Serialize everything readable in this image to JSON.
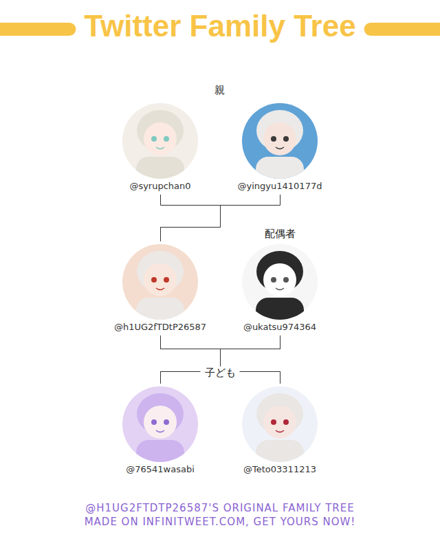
{
  "diagram": {
    "title": "Twitter Family Tree",
    "caption": "@H1UG2FTDTP26587'S ORIGINAL FAMILY TREE MADE ON INFINITWEET.COM, GET YOURS NOW!",
    "nodes": [
      {
        "text": [
          "@syrupchan0"
        ]
      },
      {
        "text": [
          "@yingyu1410177d"
        ]
      },
      {
        "text": [
          "@h1UG2fTDtP26587"
        ]
      },
      {
        "text": [
          "@ukatsu974364"
        ]
      },
      {
        "text": [
          "@76541wasabi"
        ]
      },
      {
        "text": [
          "@Teto03311213"
        ]
      }
    ],
    "edges": [
      {
        "from": 0,
        "to": 2,
        "arrow": "none"
      },
      {
        "from": 1,
        "to": 2,
        "arrow": "none"
      },
      {
        "from": 2,
        "to": 4,
        "arrow": "none"
      },
      {
        "from": 2,
        "to": 5,
        "arrow": "none"
      },
      {
        "from": 3,
        "to": 4,
        "arrow": "none"
      },
      {
        "from": 3,
        "to": 5,
        "arrow": "none"
      }
    ],
    "labels": [
      "親",
      "配偶者",
      "子ども"
    ]
  }
}
